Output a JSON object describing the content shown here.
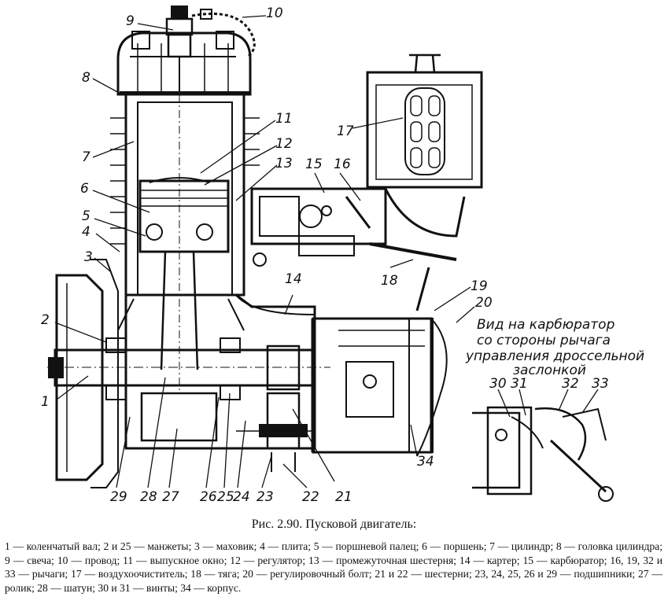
{
  "caption": "Рис. 2.90. Пусковой двигатель:",
  "legend": "1 — коленчатый вал; 2 и 25 — манжеты; 3 — маховик; 4 — плита; 5 — поршневой палец; 6 — поршень; 7 — цилиндр; 8 — головка цилиндра; 9 — свеча; 10 — провод; 11 — выпускное окно; 12 — регулятор; 13 — промежуточная шестерня; 14 — картер; 15 — карбюратор; 16, 19, 32 и 33 — рычаги; 17 — воздухоочиститель; 18 — тяга; 20 — регулировочный болт; 21 и 22 — шестерни; 23, 24, 25, 26 и 29 — подшипники; 27 — ролик; 28 — шатун; 30 и 31 — винты; 34 — корпус.",
  "inset_note": [
    "Вид на карбюратор",
    "со стороны рычага",
    "управления дроссельной",
    "заслонкой"
  ],
  "callouts": [
    "1",
    "2",
    "3",
    "4",
    "5",
    "6",
    "7",
    "8",
    "9",
    "10",
    "11",
    "12",
    "13",
    "14",
    "15",
    "16",
    "17",
    "18",
    "19",
    "20",
    "21",
    "22",
    "23",
    "24",
    "25",
    "26",
    "27",
    "28",
    "29",
    "30",
    "31",
    "32",
    "33",
    "34"
  ]
}
